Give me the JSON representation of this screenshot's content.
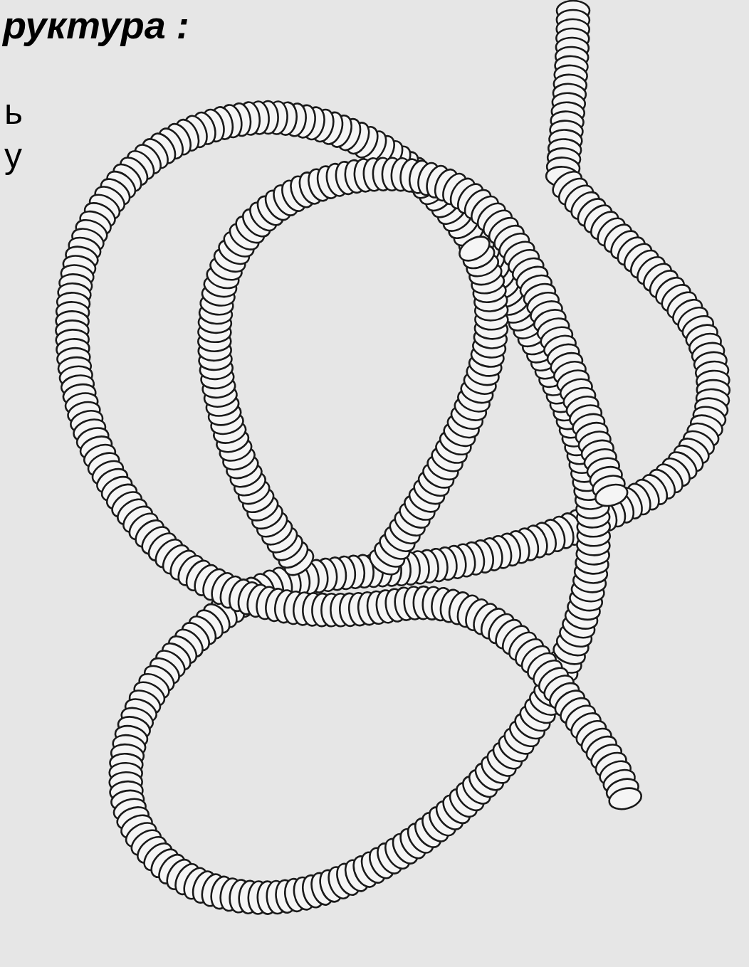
{
  "diagram": {
    "title": "руктура :",
    "labels": [
      "ь",
      "у"
    ]
  }
}
